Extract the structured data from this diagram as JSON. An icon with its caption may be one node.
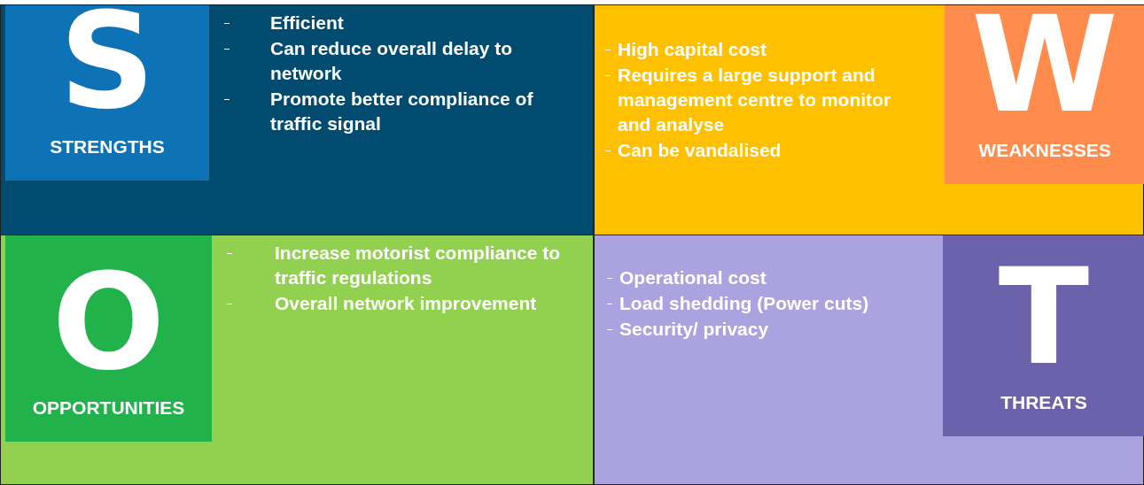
{
  "diagram": {
    "nodes": [
      {
        "text": [
          "Efficient",
          "Can reduce overall delay to network",
          "Promote better compliance of traffic signal"
        ]
      },
      {
        "text": [
          "S",
          "STRENGTHS"
        ],
        "in": 0
      },
      {
        "text": [
          "High capital cost",
          "Requires a large support and management centre to monitor and analyse",
          "Can be vandalised"
        ]
      },
      {
        "text": [
          "W",
          "WEAKNESSES"
        ],
        "in": 2
      },
      {
        "text": [
          "Increase motorist compliance to traffic regulations",
          "Overall network improvement"
        ]
      },
      {
        "text": [
          "O",
          "OPPORTUNITIES"
        ],
        "in": 4
      },
      {
        "text": [
          "Operational cost",
          "Load shedding (Power cuts)",
          "Security/ privacy"
        ]
      },
      {
        "text": [
          "T",
          "THREATS"
        ],
        "in": 6
      }
    ],
    "edges": []
  }
}
